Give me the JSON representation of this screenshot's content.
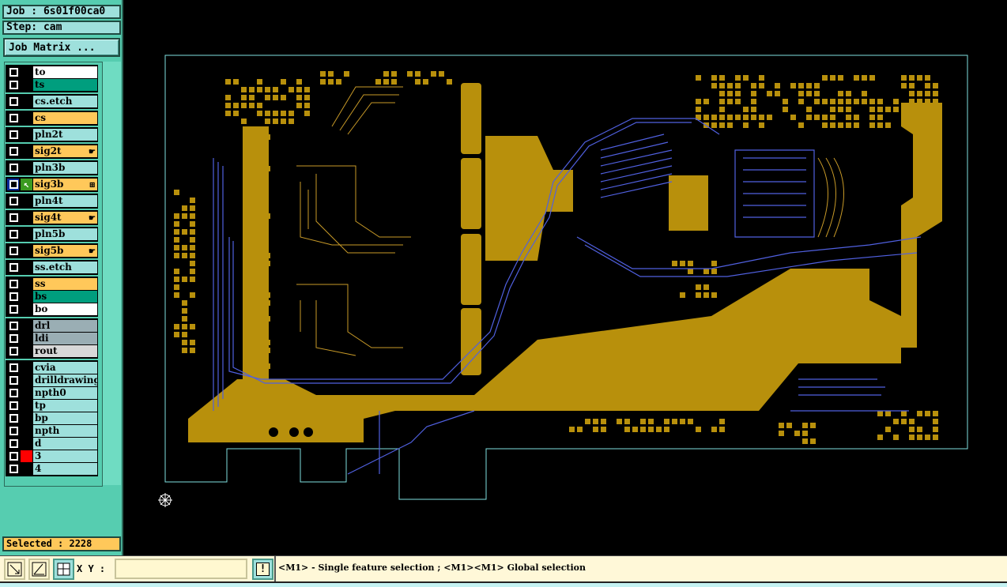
{
  "job": {
    "label": "Job : 6s01f00ca0",
    "step": "Step: cam",
    "matrix_button": "Job Matrix ..."
  },
  "layers": [
    {
      "name": "to",
      "color": "#ffffff",
      "group": 0
    },
    {
      "name": "ts",
      "color": "#009e7e",
      "group": 0
    },
    {
      "name": "cs.etch",
      "color": "#9ee0dc",
      "group": 1
    },
    {
      "name": "cs",
      "color": "#ffc85a",
      "group": 2
    },
    {
      "name": "pln2t",
      "color": "#9ee0dc",
      "group": 3
    },
    {
      "name": "sig2t",
      "color": "#ffc85a",
      "group": 4,
      "mark": "☛"
    },
    {
      "name": "pln3b",
      "color": "#9ee0dc",
      "group": 5
    },
    {
      "name": "sig3b",
      "color": "#ffc85a",
      "group": 6,
      "mark": "⊞",
      "work": true
    },
    {
      "name": "pln4t",
      "color": "#9ee0dc",
      "group": 7
    },
    {
      "name": "sig4t",
      "color": "#ffc85a",
      "group": 8,
      "mark": "☛"
    },
    {
      "name": "pln5b",
      "color": "#9ee0dc",
      "group": 9
    },
    {
      "name": "sig5b",
      "color": "#ffc85a",
      "group": 10,
      "mark": "☛"
    },
    {
      "name": "ss.etch",
      "color": "#9ee0dc",
      "group": 11
    },
    {
      "name": "ss",
      "color": "#ffc85a",
      "group": 12
    },
    {
      "name": "bs",
      "color": "#009e7e",
      "group": 12
    },
    {
      "name": "bo",
      "color": "#ffffff",
      "group": 12
    },
    {
      "name": "drl",
      "color": "#9aaeb4",
      "group": 13
    },
    {
      "name": "ldi",
      "color": "#9aaeb4",
      "group": 13
    },
    {
      "name": "rout",
      "color": "#d8d8d8",
      "group": 13
    },
    {
      "name": "cvia",
      "color": "#9ee0dc",
      "group": 14
    },
    {
      "name": "drilldrawing",
      "color": "#9ee0dc",
      "group": 14
    },
    {
      "name": "npth0",
      "color": "#9ee0dc",
      "group": 14
    },
    {
      "name": "tp",
      "color": "#9ee0dc",
      "group": 14
    },
    {
      "name": "bp",
      "color": "#9ee0dc",
      "group": 14
    },
    {
      "name": "npth",
      "color": "#9ee0dc",
      "group": 14
    },
    {
      "name": "d",
      "color": "#9ee0dc",
      "group": 14
    },
    {
      "name": "3",
      "color": "#9ee0dc",
      "group": 14,
      "swatch": "#ff0000"
    },
    {
      "name": "4",
      "color": "#9ee0dc",
      "group": 14
    }
  ],
  "selected": "Selected : 2228",
  "toolbar": {
    "xy_label": "X Y :",
    "xy_value": "",
    "warn": "!"
  },
  "status": "<M1> - Single feature selection ; <M1><M1> Global selection",
  "colors": {
    "copper": "#b8900c",
    "trace_blue": "#5060e0",
    "outline": "#80e0e0"
  }
}
